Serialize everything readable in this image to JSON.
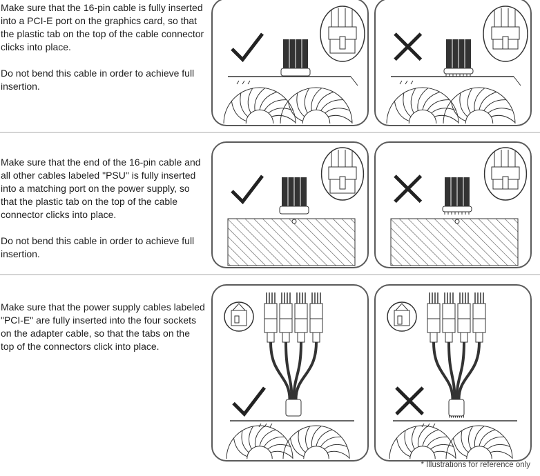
{
  "sections": [
    {
      "instructions": [
        "Make sure that the 16-pin cable is fully inserted into a PCI-E port on the graphics card, so that the plastic tab on the top of the cable connector clicks into place.",
        "Do not bend this cable in order to achieve full insertion."
      ],
      "illustrations": [
        {
          "scene": "graphics-card-16pin",
          "mark": "check-icon"
        },
        {
          "scene": "graphics-card-16pin",
          "mark": "cross-icon"
        }
      ]
    },
    {
      "instructions": [
        "Make sure that the end of the 16-pin cable and all other cables labeled \"PSU\" is fully inserted into a matching port on the power supply, so that the plastic tab on the top of the cable connector clicks into place.",
        "Do not bend this cable in order to achieve full insertion."
      ],
      "illustrations": [
        {
          "scene": "power-supply-16pin",
          "mark": "check-icon"
        },
        {
          "scene": "power-supply-16pin",
          "mark": "cross-icon"
        }
      ]
    },
    {
      "instructions": [
        "Make sure that the power supply cables labeled \"PCI-E\" are fully inserted into the four sockets on the adapter cable, so that the tabs on the top of the connectors click into place."
      ],
      "illustrations": [
        {
          "scene": "adapter-cable",
          "mark": "check-icon"
        },
        {
          "scene": "adapter-cable",
          "mark": "cross-icon"
        }
      ]
    }
  ],
  "footnote": "* Illustrations for reference only"
}
